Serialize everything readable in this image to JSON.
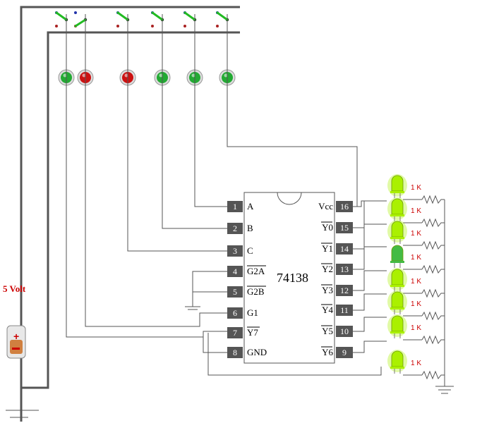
{
  "diagram": {
    "chip": {
      "name": "74138",
      "left_pins": [
        {
          "num": "1",
          "label": "A"
        },
        {
          "num": "2",
          "label": "B"
        },
        {
          "num": "3",
          "label": "C"
        },
        {
          "num": "4",
          "label": "G2A"
        },
        {
          "num": "5",
          "label": "G2B"
        },
        {
          "num": "6",
          "label": "G1"
        },
        {
          "num": "7",
          "label": "Y7"
        },
        {
          "num": "8",
          "label": "GND"
        }
      ],
      "right_pins": [
        {
          "num": "16",
          "label": "Vcc"
        },
        {
          "num": "15",
          "label": "Y0"
        },
        {
          "num": "14",
          "label": "Y1"
        },
        {
          "num": "13",
          "label": "Y2"
        },
        {
          "num": "12",
          "label": "Y3"
        },
        {
          "num": "11",
          "label": "Y4"
        },
        {
          "num": "10",
          "label": "Y5"
        },
        {
          "num": "9",
          "label": "Y6"
        }
      ]
    },
    "battery_label": "5 Volt",
    "resistor_label": "1 K",
    "switch_leds": [
      "green",
      "red",
      "red",
      "green",
      "green",
      "green"
    ],
    "output_leds": [
      "lit",
      "lit",
      "lit",
      "dim",
      "lit",
      "lit",
      "lit",
      "lit"
    ],
    "colors": {
      "wire": "#555555",
      "led_green": "#22aa33",
      "led_red": "#cc1111",
      "output_led_lit": "#aaf000",
      "output_led_dim": "#44bb44",
      "switch_lever": "#22bb22"
    }
  }
}
